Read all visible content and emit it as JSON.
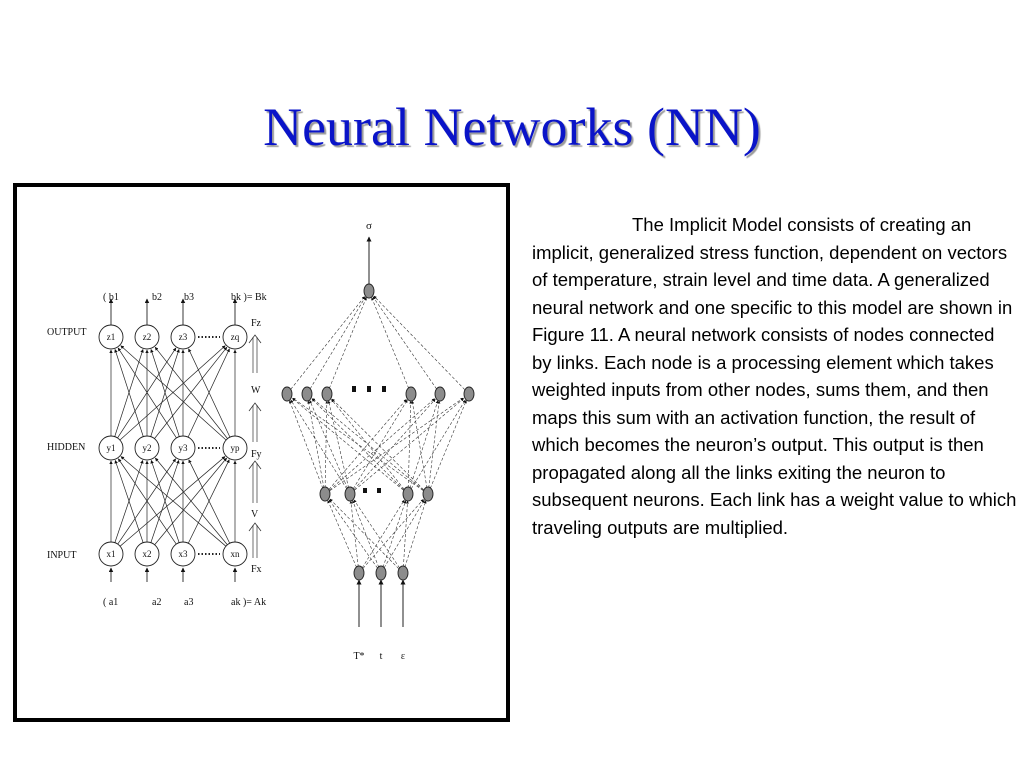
{
  "slide": {
    "title": "Neural Networks (NN)",
    "first_line": "The Implicit Model consists of",
    "paragraph": "creating an implicit, generalized stress function, dependent on vectors of temperature, strain level and time data. A generalized neural network and one specific to this model are shown in Figure 11. A neural network consists of nodes connected by links. Each node is a processing element which takes weighted inputs from other nodes, sums them, and then maps this sum with an activation function, the result of which becomes the neuron’s output. This output is then propagated along all the links exiting the neuron to subsequent neurons. Each link has a weight value to which traveling outputs are multiplied."
  },
  "left_network": {
    "layer_labels": [
      "OUTPUT",
      "HIDDEN",
      "INPUT"
    ],
    "output_nodes": [
      "z1",
      "z2",
      "z3",
      "zq"
    ],
    "hidden_nodes": [
      "y1",
      "y2",
      "y3",
      "yp"
    ],
    "input_nodes": [
      "x1",
      "x2",
      "x3",
      "xn"
    ],
    "top_labels": [
      "( b1",
      "b2",
      "b3",
      "bk )= Bk"
    ],
    "bottom_labels": [
      "( a1",
      "a2",
      "a3",
      "ak )= Ak"
    ],
    "side_labels": [
      "Fz",
      "W",
      "Fy",
      "V",
      "Fx"
    ]
  },
  "right_network": {
    "output_label": "σ",
    "input_labels": [
      "T*",
      "t",
      "ε"
    ]
  },
  "colors": {
    "title": "#0a14c8",
    "node_fill": "#8c8c8c"
  }
}
